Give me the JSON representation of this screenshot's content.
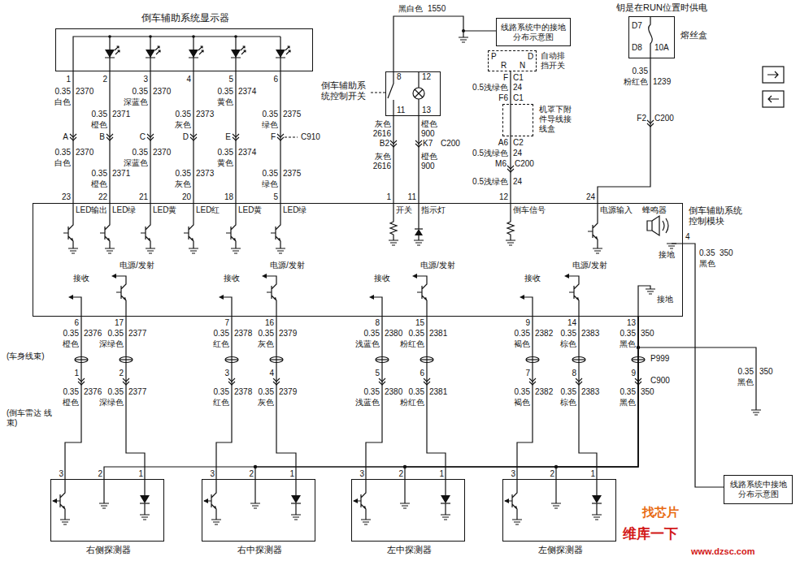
{
  "diagram": {
    "nodes": [
      {
        "text": [
          "倒车辅助系统显示器"
        ]
      },
      {
        "text": [
          "倒车辅助系统控制开关"
        ]
      },
      {
        "text": [
          "线路系统中的接地分布示意图"
        ]
      },
      {
        "text": [
          "P",
          "R",
          "N",
          "D",
          "自动排挡开关"
        ]
      },
      {
        "text": [
          "机罩下附件导线接线盒"
        ]
      },
      {
        "text": [
          "熔丝盒"
        ]
      },
      {
        "text": [
          "倒车辅助系统控制模块"
        ]
      },
      {
        "text": [
          "线路系统中接地分布示意图"
        ]
      },
      {
        "text": [
          "右侧探测器"
        ]
      },
      {
        "text": [
          "右中探测器"
        ]
      },
      {
        "text": [
          "左中探测器"
        ]
      },
      {
        "text": [
          "左侧探测器"
        ]
      }
    ],
    "edges": [
      {
        "from": 0,
        "to": 6,
        "arrow": "none"
      },
      {
        "from": 0,
        "to": 6,
        "arrow": "none"
      },
      {
        "from": 0,
        "to": 6,
        "arrow": "none"
      },
      {
        "from": 0,
        "to": 6,
        "arrow": "none"
      },
      {
        "from": 0,
        "to": 6,
        "arrow": "none"
      },
      {
        "from": 0,
        "to": 6,
        "arrow": "none"
      },
      {
        "from": 1,
        "to": 6,
        "arrow": "none"
      },
      {
        "from": 1,
        "to": 6,
        "arrow": "none"
      },
      {
        "from": 1,
        "to": 2,
        "arrow": "none"
      },
      {
        "from": 3,
        "to": 4,
        "arrow": "none"
      },
      {
        "from": 4,
        "to": 6,
        "arrow": "none"
      },
      {
        "from": 5,
        "to": 6,
        "arrow": "none"
      },
      {
        "from": 6,
        "to": 7,
        "arrow": "none"
      },
      {
        "from": 6,
        "to": 8,
        "arrow": "none"
      },
      {
        "from": 6,
        "to": 8,
        "arrow": "none"
      },
      {
        "from": 6,
        "to": 8,
        "arrow": "none"
      },
      {
        "from": 6,
        "to": 9,
        "arrow": "none"
      },
      {
        "from": 6,
        "to": 9,
        "arrow": "none"
      },
      {
        "from": 6,
        "to": 9,
        "arrow": "none"
      },
      {
        "from": 6,
        "to": 10,
        "arrow": "none"
      },
      {
        "from": 6,
        "to": 10,
        "arrow": "none"
      },
      {
        "from": 6,
        "to": 10,
        "arrow": "none"
      },
      {
        "from": 6,
        "to": 11,
        "arrow": "none"
      },
      {
        "from": 6,
        "to": 11,
        "arrow": "none"
      },
      {
        "from": 6,
        "to": 11,
        "arrow": "none"
      }
    ],
    "labels": [
      "1",
      "0.35",
      "2370",
      "白色",
      "A",
      "0.35",
      "2370",
      "白色",
      "23",
      "2",
      "0.35",
      "2371",
      "橙色",
      "B",
      "0.35",
      "2371",
      "橙色",
      "22",
      "3",
      "0.35",
      "2370",
      "深蓝色",
      "C",
      "0.35",
      "2370",
      "深蓝色",
      "21",
      "4",
      "0.35",
      "2373",
      "灰色",
      "D",
      "0.35",
      "2373",
      "灰色",
      "20",
      "5",
      "0.35",
      "2374",
      "黄色",
      "E",
      "0.35",
      "2374",
      "黄色",
      "18",
      "6",
      "0.35",
      "2375",
      "绿色",
      "F",
      "0.35",
      "2375",
      "绿色",
      "5",
      "C910",
      "8",
      "12",
      "11",
      "13",
      "灰色",
      "2616",
      "橙色",
      "900",
      "B2",
      "K7",
      "C200",
      "灰色",
      "2616",
      "橙色",
      "900",
      "1",
      "11",
      "黑白色",
      "1550",
      "F",
      "C1",
      "0.5浅绿色",
      "24",
      "F6",
      "C1",
      "A6",
      "C2",
      "0.5浅绿色",
      "24",
      "M6",
      "C200",
      "0.5浅绿色",
      "24",
      "12",
      "钥是在RUN位置时供电",
      "D7",
      "D8",
      "10A",
      "0.35",
      "粉红色",
      "1239",
      "F2",
      "C200",
      "24",
      "LED输出",
      "LED绿",
      "LED黄",
      "LED红",
      "LED黄",
      "LED绿",
      "开关",
      "指示灯",
      "倒车信号",
      "电源输入",
      "蜂鸣器",
      "4",
      "接地",
      "接地",
      "接收",
      "电源/发射",
      "接收",
      "电源/发射",
      "接收",
      "电源/发射",
      "接收",
      "电源/发射",
      "6",
      "0.35",
      "2376",
      "橙色",
      "1",
      "0.35",
      "2376",
      "橙色",
      "17",
      "0.35",
      "2377",
      "深绿色",
      "2",
      "0.35",
      "2377",
      "深绿色",
      "7",
      "0.35",
      "2378",
      "红色",
      "3",
      "0.35",
      "2378",
      "红色",
      "16",
      "0.35",
      "2379",
      "灰色",
      "4",
      "0.35",
      "2379",
      "灰色",
      "8",
      "0.35",
      "2380",
      "浅蓝色",
      "5",
      "0.35",
      "2380",
      "浅蓝色",
      "15",
      "0.35",
      "2381",
      "粉红色",
      "6",
      "0.35",
      "2381",
      "粉红色",
      "9",
      "0.35",
      "2382",
      "褐色",
      "7",
      "0.35",
      "2382",
      "褐色",
      "14",
      "0.35",
      "2383",
      "棕色",
      "8",
      "0.35",
      "2383",
      "棕色",
      "13",
      "0.35",
      "350",
      "黑色",
      "9",
      "0.35",
      "350",
      "黑色",
      "(车身线束)",
      "P999",
      "C900",
      "(倒车雷达 线束)",
      "3",
      "2",
      "1",
      "3",
      "2",
      "1",
      "3",
      "2",
      "1",
      "3",
      "2",
      "1",
      "0.35",
      "350",
      "黑色",
      "0.35",
      "350",
      "黑色",
      "找芯片",
      "维库一下",
      "www.dzsc.com"
    ]
  }
}
